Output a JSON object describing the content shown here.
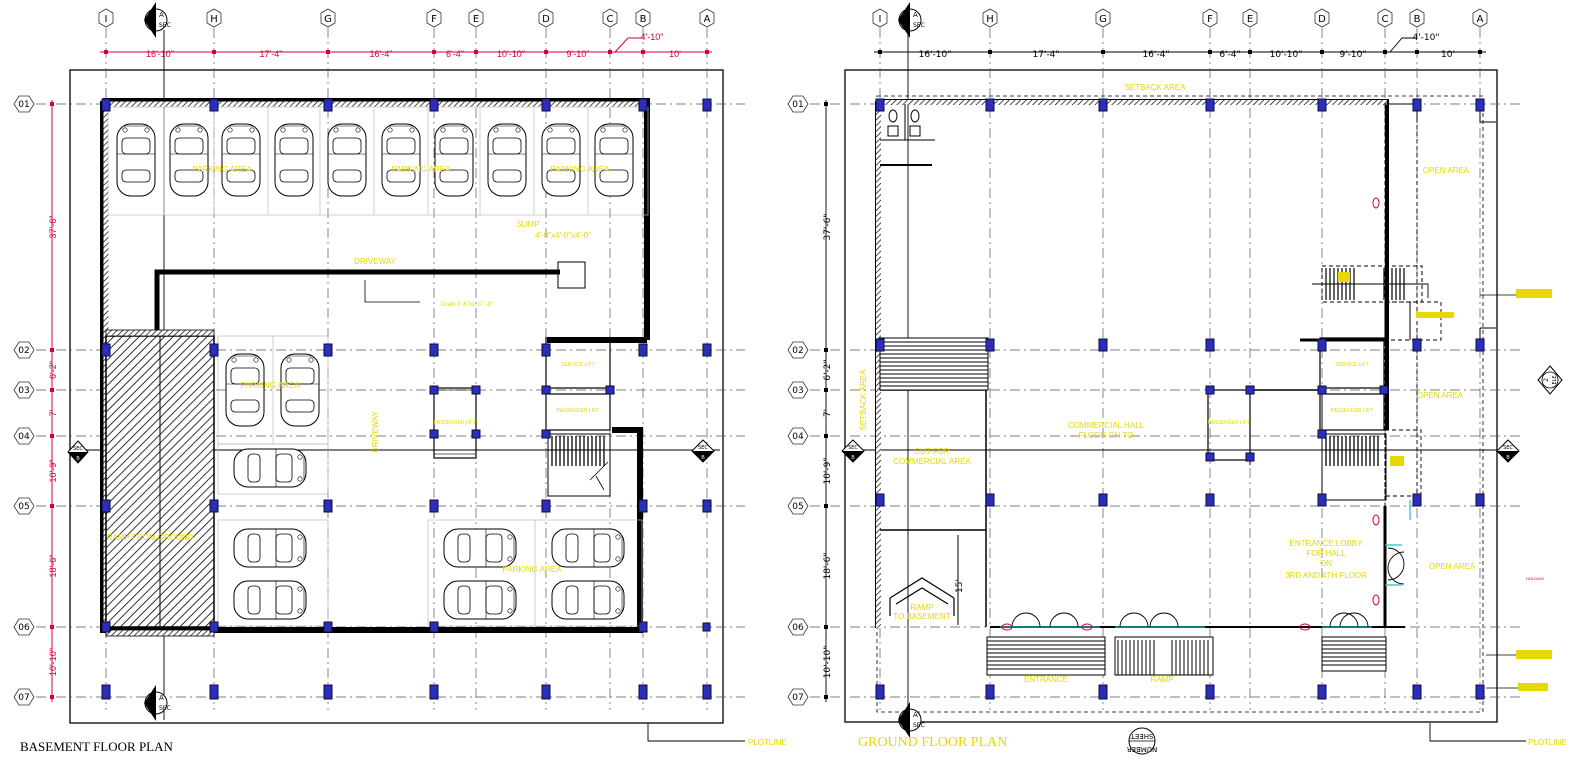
{
  "colors": {
    "wall": "#000000",
    "column": "#2b2fb8",
    "column_stroke": "#0a0a44",
    "grid": "#555555",
    "dim_red": "#d4003a",
    "label_yellow": "#e6d800",
    "door_cyan": "#19c2d1"
  },
  "column_grid": {
    "labels": [
      "I",
      "H",
      "G",
      "F",
      "E",
      "D",
      "C",
      "B",
      "A"
    ],
    "spacings": [
      "16'-10\"",
      "17'-4\"",
      "16'-4\"",
      "6'-4\"",
      "10'-10\"",
      "9'-10\"",
      "4'-10\"",
      "10'"
    ]
  },
  "row_grid": {
    "labels": [
      "01",
      "02",
      "03",
      "04",
      "05",
      "06",
      "07"
    ],
    "spacings": [
      "37'-6\"",
      "6'-2\"",
      "7'",
      "10'-9\"",
      "18'-6\"",
      "10'-10\""
    ]
  },
  "section_markers": {
    "a_top": "A",
    "a_bottom": "SEC",
    "b_top": "SEC",
    "b_bottom": "B",
    "elevation_top": "2",
    "elevation_bottom": "ELE"
  },
  "basement": {
    "title": "BASEMENT FLOOR PLAN",
    "plotline": "PLOTLINE",
    "labels": {
      "parking_1": "PARKING AREA",
      "parking_2": "PARKING AREA",
      "parking_3": "PARKING AREA",
      "parking_4": "PARKING AREA",
      "parking_5": "PARKING AREA",
      "driveway_1": "DRIVEWAY",
      "driveway_2": "DRIVEWAY",
      "sump": "SUMP",
      "sump_size": "4'-0\"x4'-0\"x4'-0\"",
      "drain": "Drain 1'-6\"x1'-0\" -8\"",
      "service_lift": "SERVICE LIFT",
      "passenger_lift": "PASSENGER LIFT",
      "passenger_lift_2": "PASSENGER LIFT",
      "ramp": "RAMP FROM GROUND"
    }
  },
  "ground": {
    "title": "GROUND FLOOR PLAN",
    "plotline": "PLOTLINE",
    "sheet_number": "NUMBER",
    "sheet_label": "SHEET",
    "labels": {
      "setback_top": "SETBACK AREA",
      "setback_left": "SETBACK AREA",
      "open_area_1": "OPEN AREA",
      "open_area_2": "OPEN AREA",
      "open_area_3": "OPEN AREA",
      "commercial_hall": "COMMERCIAL HALL",
      "commercial_hall_sub": "FLOOR ON TO",
      "cut_for": "CUT FOR",
      "commercial_area": "COMMERCIAL AREA",
      "entrance_lobby_1": "ENTRANCE LOBBY",
      "entrance_lobby_2": "FOR HALL",
      "entrance_lobby_3": "ON",
      "entrance_lobby_4": "3RD AND 4TH FLOOR",
      "ramp_to_basement_1": "RAMP",
      "ramp_to_basement_2": "TO BASEMENT",
      "entrance": "ENTRANCE",
      "steps": "RAMP",
      "service_lift": "SERVICE LIFT",
      "passenger_lift": "PASSENGER LIFT",
      "passenger_lift_2": "PASSENGER LIFT",
      "ramp_width": "15'",
      "small_note": "HOLDING"
    }
  }
}
